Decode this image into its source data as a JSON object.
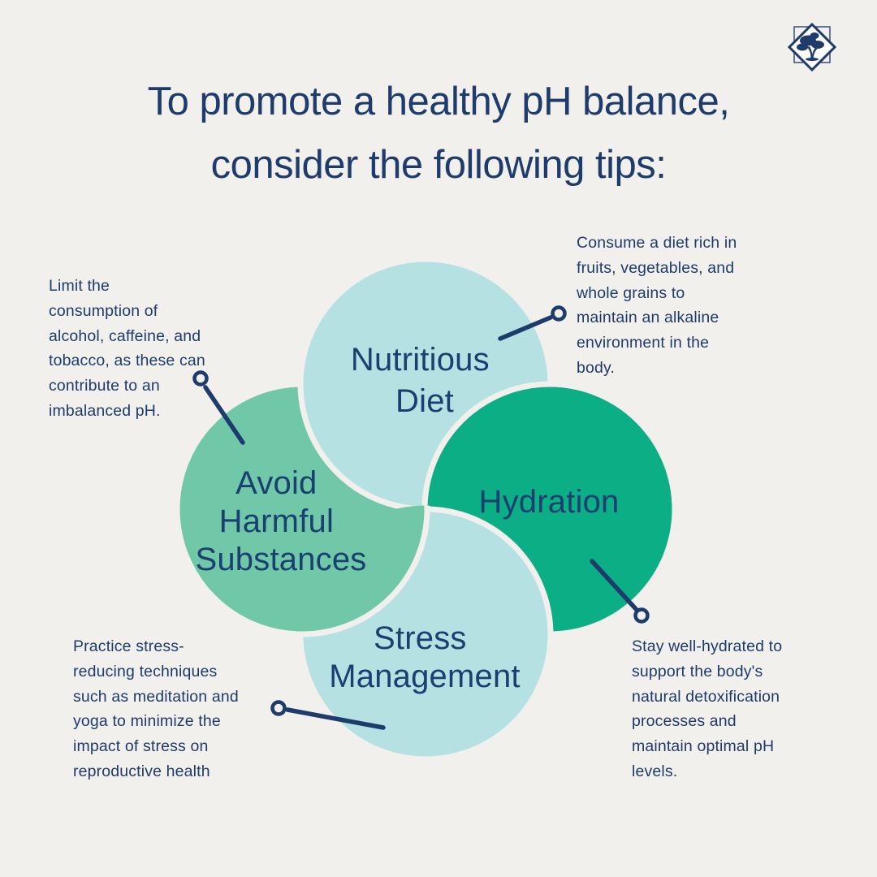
{
  "page": {
    "background_color": "#f2f0ed",
    "text_color": "#1d3b6b"
  },
  "logo": {
    "icon": "bonsai-tree-in-diamond",
    "color": "#1d3b6b"
  },
  "title": {
    "line1": "To promote a healthy pH balance,",
    "line2": "consider the following tips:"
  },
  "diagram": {
    "type": "venn-pinwheel",
    "outline_color": "#f2f0ed",
    "label_color": "#19406e",
    "connector_color": "#1d3b6b",
    "circles": [
      {
        "id": "nutritious-diet",
        "label_line1": "Nutritious",
        "label_line2": "Diet",
        "color": "#b5e1e3"
      },
      {
        "id": "hydration",
        "label_line1": "Hydration",
        "color": "#0bae85"
      },
      {
        "id": "stress-management",
        "label_line1": "Stress",
        "label_line2": "Management",
        "color": "#b5e1e3"
      },
      {
        "id": "avoid-harmful-substances",
        "label_line1": "Avoid",
        "label_line2": "Harmful",
        "label_line3": "Substances",
        "color": "#70c8a9"
      }
    ]
  },
  "annotations": {
    "diet": "Consume a diet rich in\nfruits, vegetables, and\nwhole grains to\nmaintain an alkaline\nenvironment in the\nbody.",
    "avoid": "Limit the\nconsumption of\nalcohol, caffeine, and\ntobacco, as these can\ncontribute to an\nimbalanced pH.",
    "stress": "Practice stress-\nreducing techniques\nsuch as meditation and\nyoga to minimize the\nimpact of stress on\nreproductive health",
    "hydration": "Stay well-hydrated to\nsupport the body's\nnatural detoxification\nprocesses and\nmaintain optimal pH\nlevels."
  }
}
